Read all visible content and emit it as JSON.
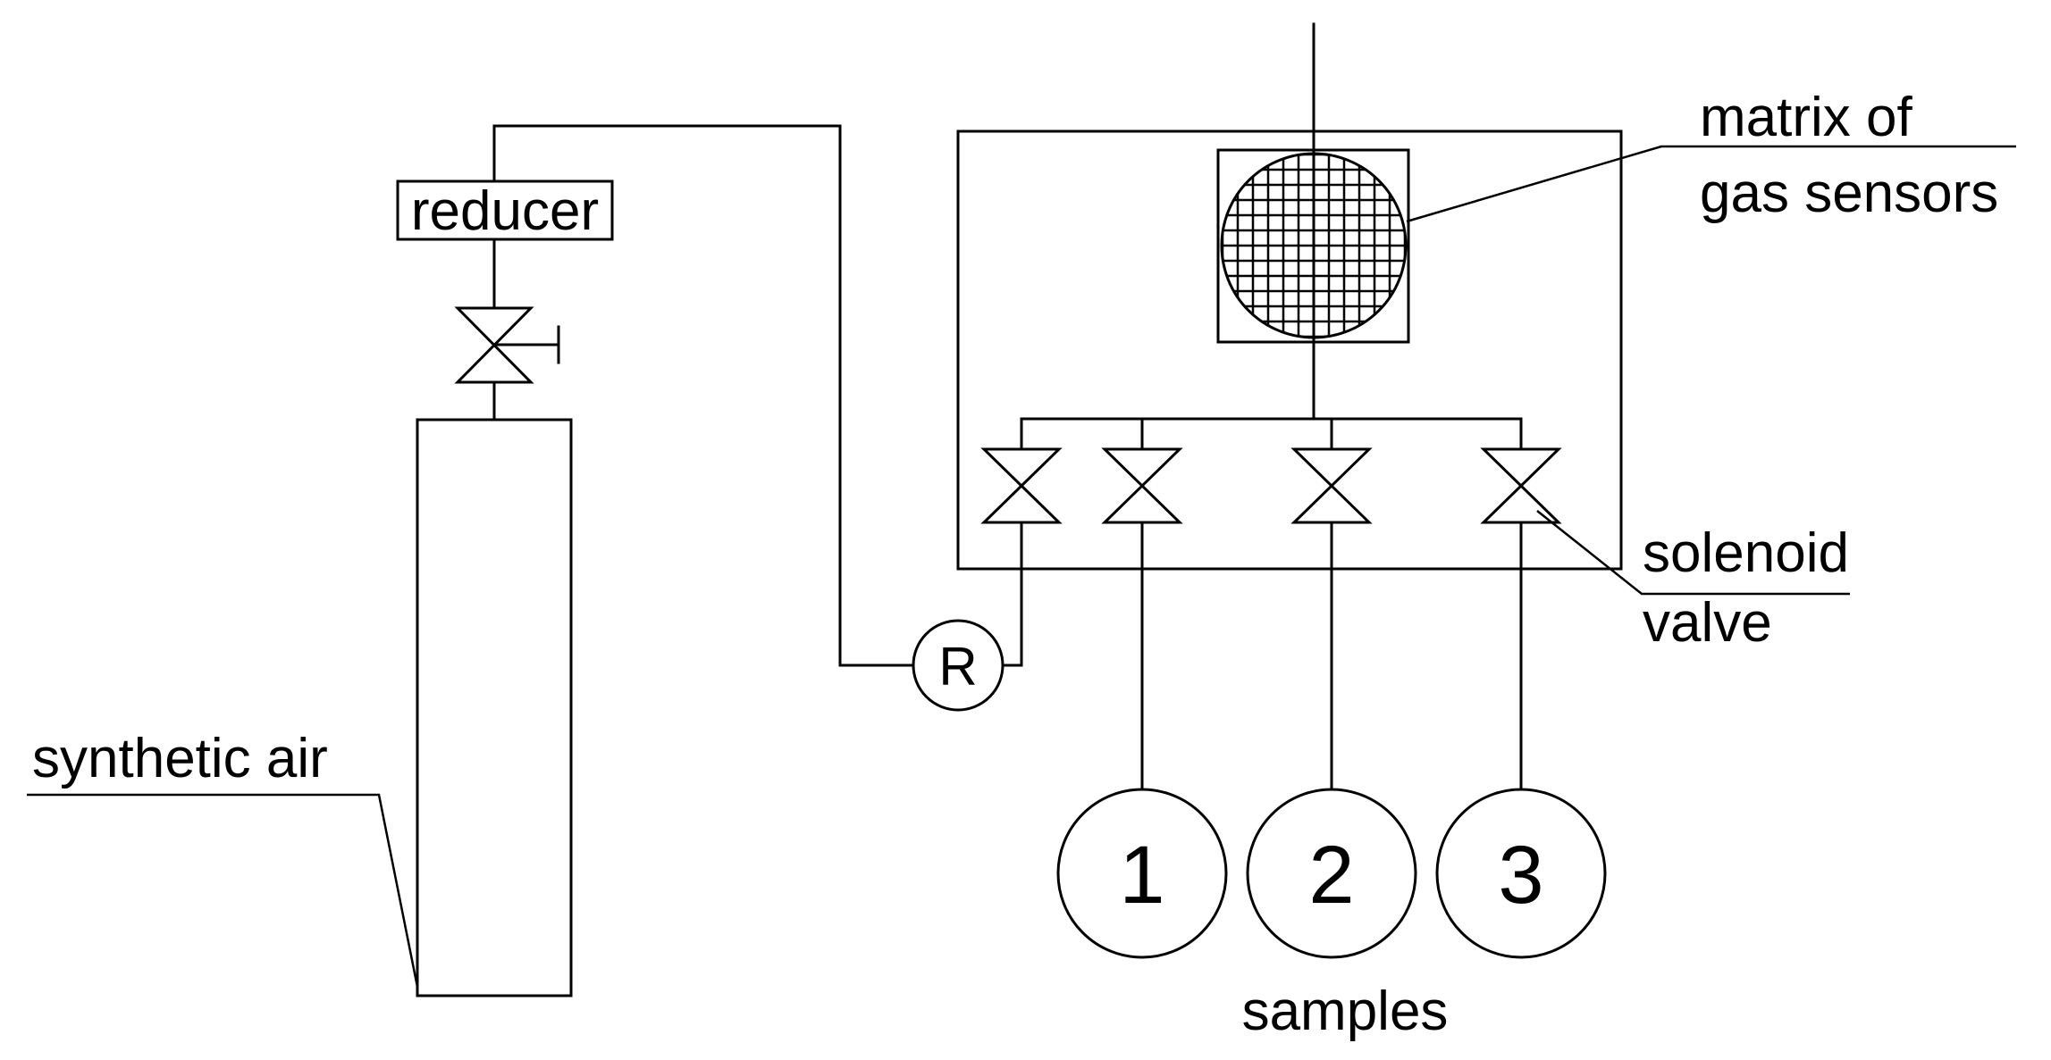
{
  "labels": {
    "reducer": "reducer",
    "synthetic_air": "synthetic air",
    "matrix_line1": "matrix of",
    "matrix_line2": "gas sensors",
    "solenoid_line1": "solenoid",
    "solenoid_line2": "valve",
    "samples": "samples"
  },
  "regulator_symbol": "R",
  "sample_vessels": [
    "1",
    "2",
    "3"
  ],
  "colors": {
    "stroke": "#000000",
    "background": "#ffffff"
  }
}
